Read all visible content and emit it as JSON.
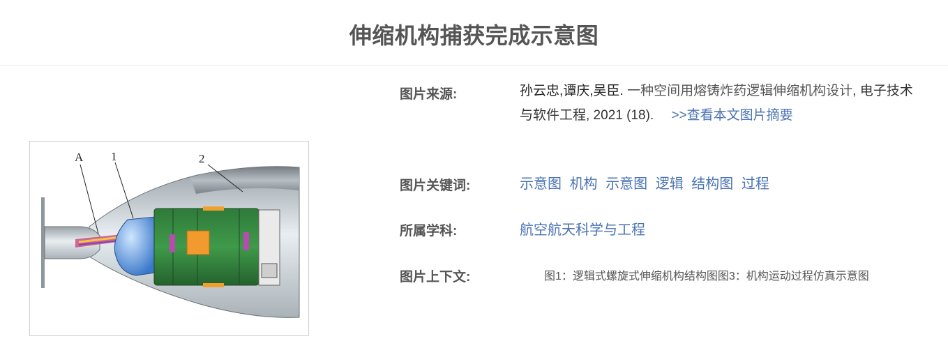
{
  "header": {
    "title": "伸缩机构捕获完成示意图"
  },
  "figure": {
    "labels": [
      "A",
      "1",
      "2"
    ]
  },
  "info": {
    "source_label": "图片来源:",
    "source_authors": "孙云忠,谭庆,吴臣.",
    "source_title": "一种空间用熔铸炸药逻辑伸缩机构设计",
    "source_journal": ", 电子技术与软件工程, 2021 (18).",
    "abstract_link": ">>查看本文图片摘要",
    "keywords_label": "图片关键词:",
    "keywords": [
      "示意图",
      "机构",
      "示意图",
      "逻辑",
      "结构图",
      "过程"
    ],
    "subject_label": "所属学科:",
    "subject": "航空航天科学与工程",
    "context_label": "图片上下文:",
    "context_text": "图1：逻辑式螺旋式伸缩机构结构图图3：机构运动过程仿真示意图"
  }
}
